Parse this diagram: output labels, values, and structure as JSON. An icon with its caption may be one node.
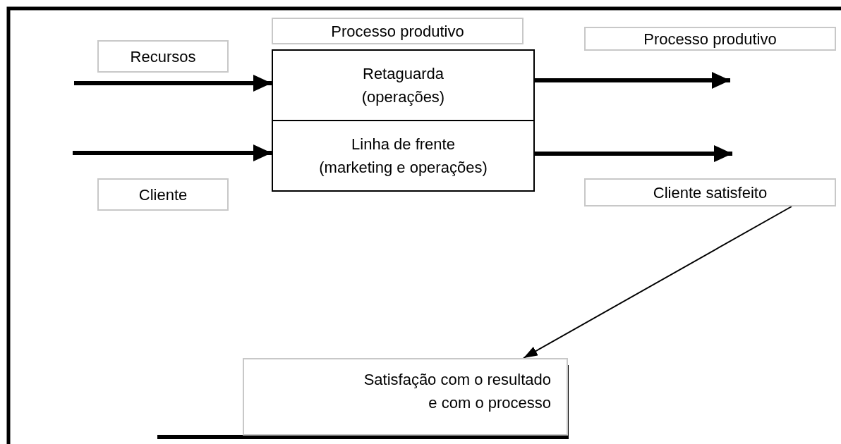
{
  "diagram": {
    "nodes": [
      {
        "text": [
          "Processo produtivo"
        ]
      },
      {
        "text": [
          "Recursos"
        ]
      },
      {
        "text": [
          "Retaguarda (operações)"
        ]
      },
      {
        "text": [
          "Linha de frente (marketing e operações)"
        ]
      },
      {
        "text": [
          "Processo produtivo"
        ]
      },
      {
        "text": [
          "Cliente"
        ]
      },
      {
        "text": [
          "Cliente satisfeito"
        ]
      },
      {
        "text": [
          "Satisfação com o resultado e com o processo"
        ]
      }
    ],
    "edges": [
      {
        "from": null,
        "to": 2,
        "arrow": "to"
      },
      {
        "from": null,
        "to": 3,
        "arrow": "to"
      },
      {
        "from": 2,
        "to": 4,
        "arrow": "to"
      },
      {
        "from": 3,
        "to": 6,
        "arrow": "to"
      },
      {
        "from": 6,
        "to": 7,
        "arrow": "to"
      }
    ]
  }
}
